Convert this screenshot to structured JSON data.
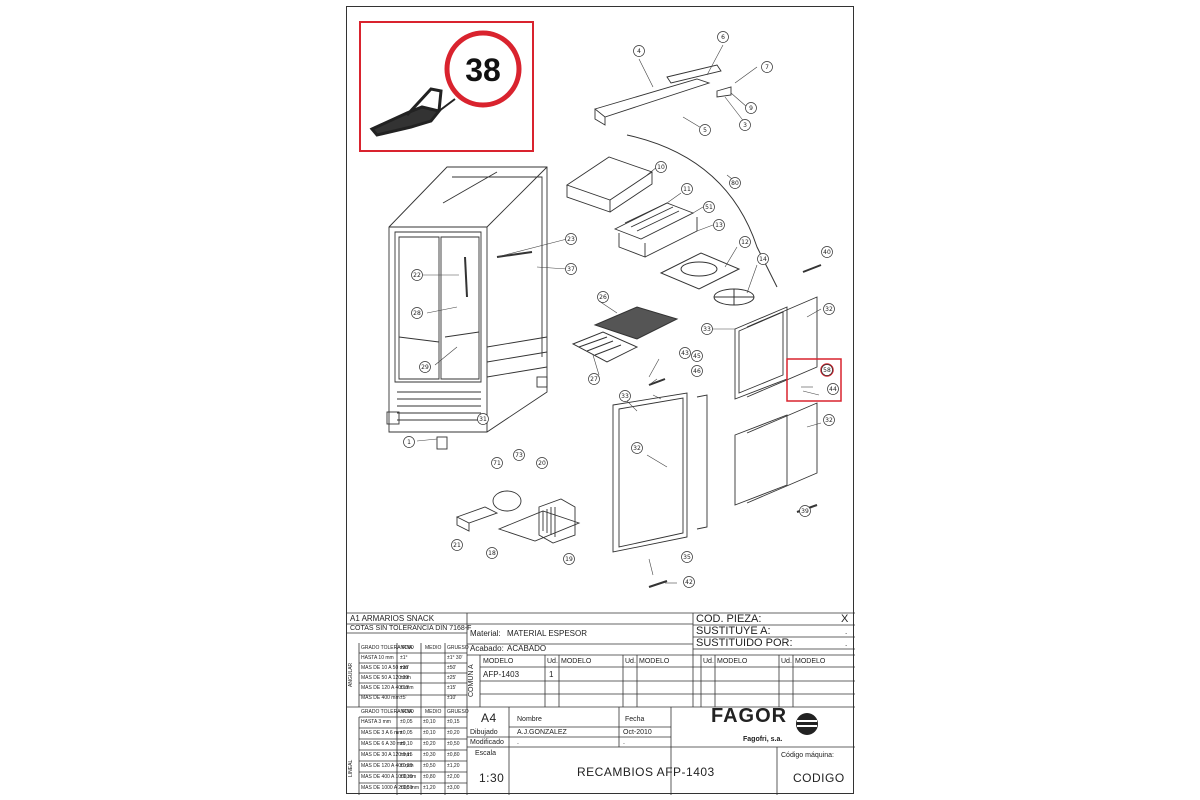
{
  "callout": {
    "number": "38",
    "color": "#d9232e"
  },
  "part_numbers": [
    "4",
    "6",
    "7",
    "9",
    "3",
    "5",
    "10",
    "80",
    "11",
    "51",
    "13",
    "23",
    "37",
    "22",
    "28",
    "29",
    "31",
    "1",
    "12",
    "14",
    "26",
    "27",
    "43",
    "45",
    "46",
    "40",
    "32",
    "33",
    "58",
    "44",
    "32",
    "33",
    "32",
    "39",
    "35",
    "42",
    "71",
    "73",
    "20",
    "18",
    "21",
    "19"
  ],
  "title_block": {
    "family": "A1 ARMARIOS SNACK",
    "tolerance_title": "COTAS SIN TOLERANCIA  DIN 7168-F",
    "material_label": "Material:",
    "material_value": "MATERIAL ESPESOR",
    "finish_label": "Acabado:",
    "finish_value": "ACABADO",
    "cod_pieza": "COD. PIEZA:",
    "cod_pieza_value": "X",
    "sustituye": "SUSTITUYE A:",
    "sustituye_value": ".",
    "sustituido": "SUSTITUIDO POR:",
    "sustituido_value": ".",
    "comun": "COMUN A",
    "col_modelo": "MODELO",
    "col_ud": "Ud.",
    "model_row": {
      "modelo": "AFP-1403",
      "ud": "1"
    },
    "size": "A4",
    "nombre": "Nombre",
    "fecha": "Fecha",
    "dibujado": "Dibujado",
    "dibujado_name": "A.J.GONZALEZ",
    "dibujado_date": "Oct-2010",
    "modificado": "Modificado",
    "modificado_name": ".",
    "modificado_date": ".",
    "escala": "Escala",
    "escala_value": "1:30",
    "title": "RECAMBIOS AFP-1403",
    "brand": "FAGOR",
    "company": "Fagofri, s.a.",
    "codigo_label": "Código máquina:",
    "codigo_value": "CODIGO",
    "angular_label": "ANGULAR",
    "lineal_label": "LINEAL",
    "tol_headers": {
      "grado": "GRADO TOLERANCIA",
      "fino": "FINO",
      "medio": "MEDIO",
      "grueso": "GRUESO"
    },
    "angular_rows": [
      {
        "range": "HASTA 10 mm",
        "fino": "±1°",
        "medio": "",
        "grueso": "±1° 30'"
      },
      {
        "range": "MAS DE 10 A 50 mm",
        "fino": "±30'",
        "medio": "",
        "grueso": "±50'"
      },
      {
        "range": "MAS DE 50 A 120 mm",
        "fino": "±20'",
        "medio": "",
        "grueso": "±25'"
      },
      {
        "range": "MAS DE 120 A 400 mm",
        "fino": "±10'",
        "medio": "",
        "grueso": "±15'"
      },
      {
        "range": "MAS DE 400 mm",
        "fino": "±5'",
        "medio": "",
        "grueso": "±10'"
      }
    ],
    "lineal_rows": [
      {
        "range": "HASTA 3 mm",
        "fino": "±0,05",
        "medio": "±0,10",
        "grueso": "±0,15"
      },
      {
        "range": "MAS DE 3 A 6 mm",
        "fino": "±0,05",
        "medio": "±0,10",
        "grueso": "±0,20"
      },
      {
        "range": "MAS DE 6 A 30 mm",
        "fino": "±0,10",
        "medio": "±0,20",
        "grueso": "±0,50"
      },
      {
        "range": "MAS DE 30 A 120 mm",
        "fino": "±0,15",
        "medio": "±0,30",
        "grueso": "±0,80"
      },
      {
        "range": "MAS DE 120 A 400 mm",
        "fino": "±0,20",
        "medio": "±0,50",
        "grueso": "±1,20"
      },
      {
        "range": "MAS DE 400 A 1000 mm",
        "fino": "±0,30",
        "medio": "±0,80",
        "grueso": "±2,00"
      },
      {
        "range": "MAS DE 1000 A 2000 mm",
        "fino": "±0,50",
        "medio": "±1,20",
        "grueso": "±3,00"
      }
    ]
  }
}
